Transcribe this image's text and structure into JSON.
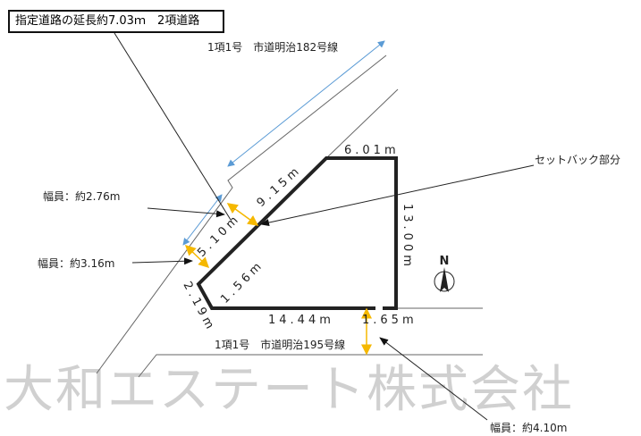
{
  "road_extension_note": "指定道路の延長約7.03ｍ　2項道路",
  "north_label": "N",
  "roads": {
    "upper": "1項1号　市道明治182号線",
    "lower": "1項1号　市道明治195号線"
  },
  "widths": {
    "w1": "幅員：約2.76m",
    "w2": "幅員：約3.16m",
    "w3": "幅員：約4.10m"
  },
  "setback_label": "セットバック部分",
  "dimensions": {
    "top": "6.01m",
    "right": "13.00m",
    "diag_long": "9.15m",
    "diag_mid": "5.10m",
    "diag_short": "1.56m",
    "left_short": "2.19m",
    "bottom": "14.44m",
    "bottom_short": "1.65m"
  },
  "watermark": "大和エステート株式会社",
  "colors": {
    "lot": "#222222",
    "road_arrow": "#5b9bd5",
    "width_arrow": "#f5b800",
    "line": "#666666"
  }
}
